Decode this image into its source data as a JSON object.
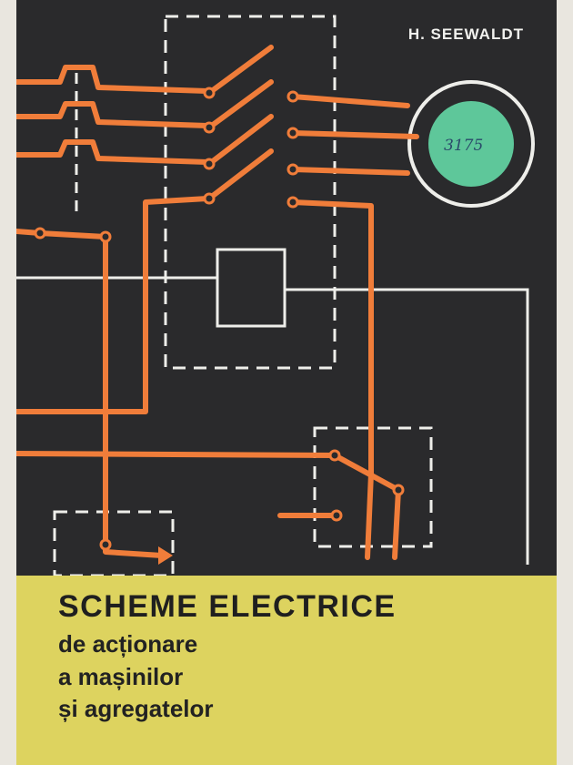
{
  "cover": {
    "author": "H. SEEWALDT",
    "title": "SCHEME ELECTRICE",
    "subtitle_lines": [
      "de acționare",
      "a mașinilor",
      "și agregatelor"
    ],
    "stamp_number": "3175"
  },
  "colors": {
    "background": "#2a2a2c",
    "wire": "#f07d3a",
    "line": "#eeeeea",
    "lower_band": "#ddd35f",
    "stamp_fill": "#5ec79a"
  }
}
